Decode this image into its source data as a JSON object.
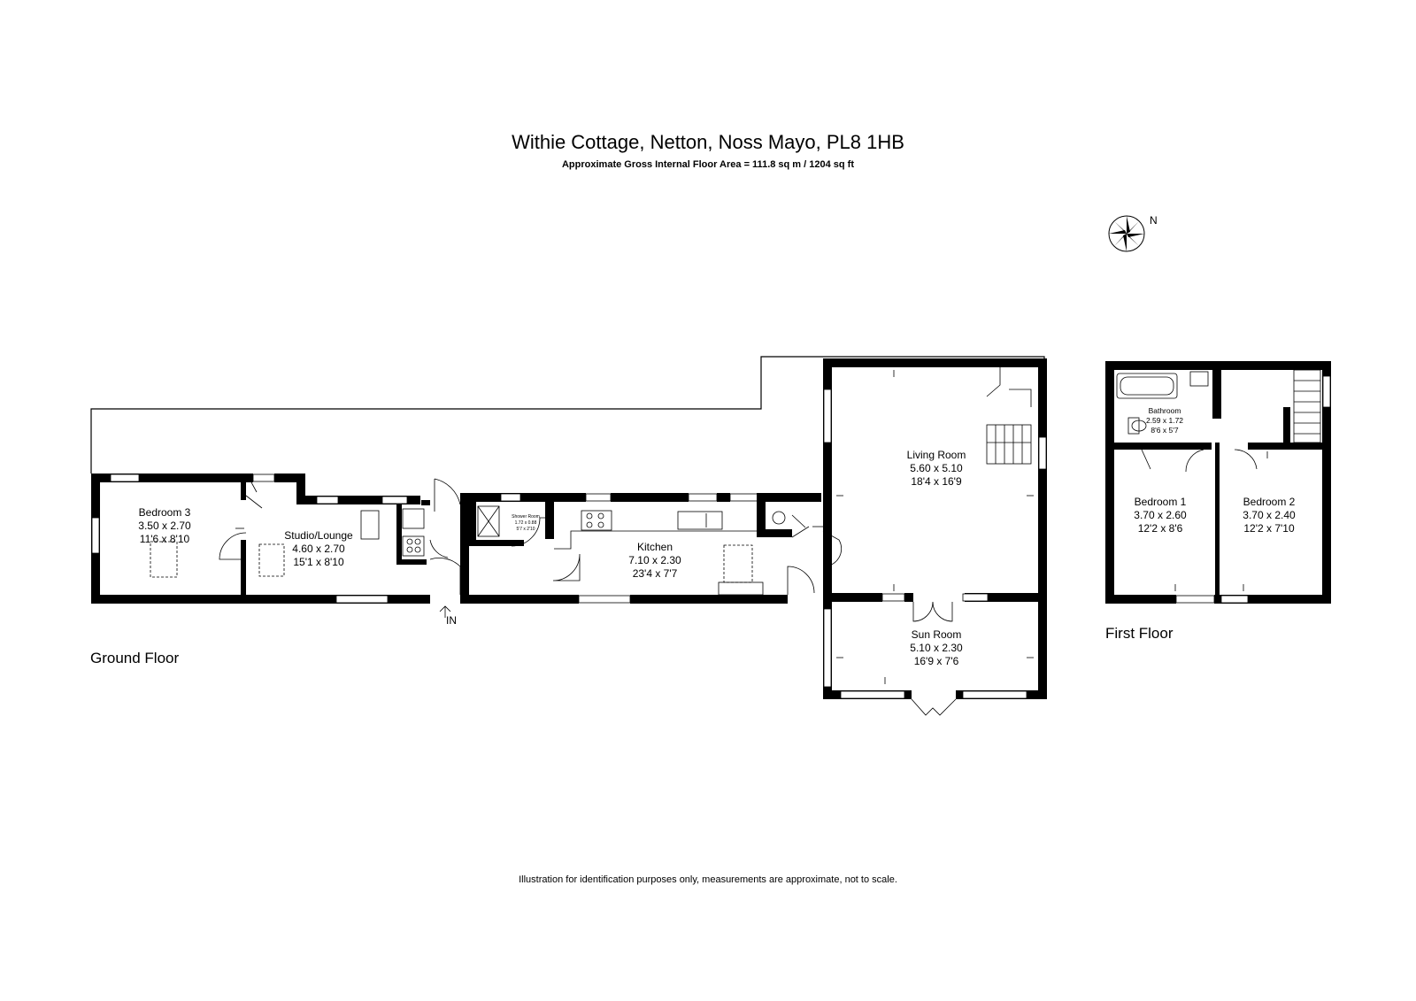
{
  "header": {
    "title": "Withie Cottage, Netton, Noss Mayo, PL8 1HB",
    "subtitle": "Approximate Gross Internal Floor Area  = 111.8 sq m  / 1204 sq ft"
  },
  "compass": {
    "label": "N",
    "icon": "compass-rose-icon"
  },
  "entrance": {
    "label": "IN"
  },
  "floors": {
    "ground": "Ground Floor",
    "first": "First Floor"
  },
  "rooms": {
    "bedroom3": {
      "name": "Bedroom 3",
      "metric": "3.50 x 2.70",
      "imperial": "11'6 x 8'10"
    },
    "studio": {
      "name": "Studio/Lounge",
      "metric": "4.60 x 2.70",
      "imperial": "15'1 x 8'10"
    },
    "shower": {
      "name": "Shower Room",
      "metric": "1.72 x 0.88",
      "imperial": "5'7 x 2'10"
    },
    "kitchen": {
      "name": "Kitchen",
      "metric": "7.10 x 2.30",
      "imperial": "23'4 x 7'7"
    },
    "living": {
      "name": "Living Room",
      "metric": "5.60 x 5.10",
      "imperial": "18'4 x 16'9"
    },
    "sunroom": {
      "name": "Sun Room",
      "metric": "5.10 x 2.30",
      "imperial": "16'9 x 7'6"
    },
    "bathroom": {
      "name": "Bathroom",
      "metric": "2.59 x 1.72",
      "imperial": "8'6 x 5'7"
    },
    "bedroom1": {
      "name": "Bedroom 1",
      "metric": "3.70 x 2.60",
      "imperial": "12'2 x 8'6"
    },
    "bedroom2": {
      "name": "Bedroom 2",
      "metric": "3.70 x 2.40",
      "imperial": "12'2 x 7'10"
    }
  },
  "footer": {
    "disclaimer": "Illustration for identification purposes only, measurements are approximate, not to scale."
  }
}
